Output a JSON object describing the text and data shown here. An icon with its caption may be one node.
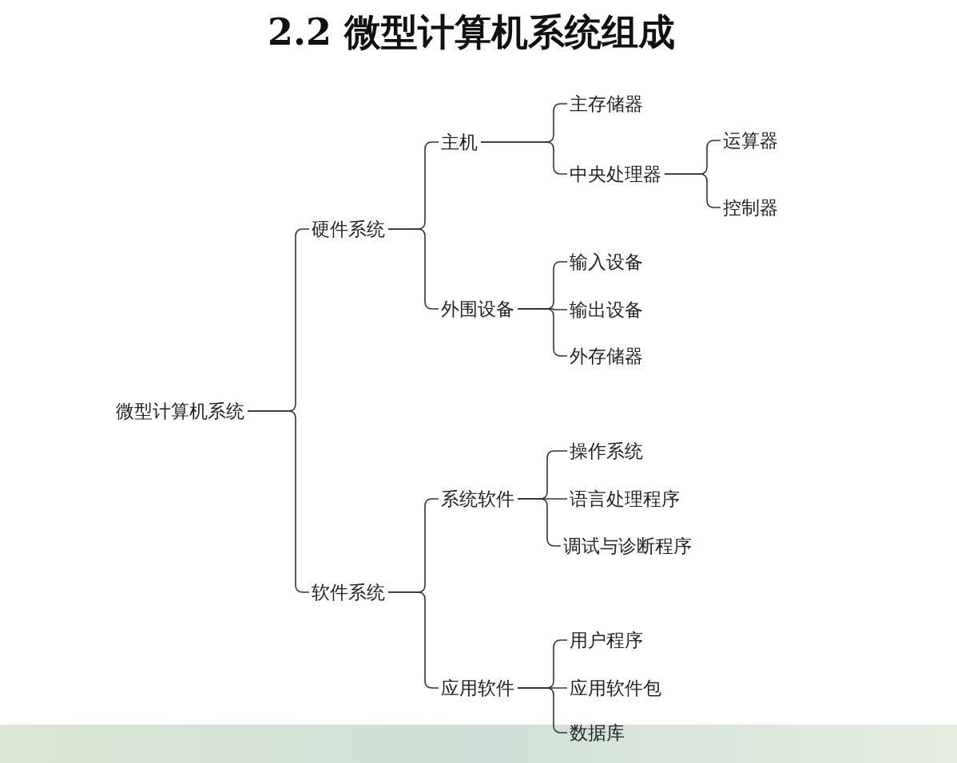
{
  "diagram": {
    "title": "2.2  微型计算机系统组成",
    "nodes": [
      {
        "text": [
          "微型计算机系统"
        ]
      },
      {
        "text": [
          "硬件系统"
        ]
      },
      {
        "text": [
          "主机"
        ]
      },
      {
        "text": [
          "主存储器"
        ]
      },
      {
        "text": [
          "中央处理器"
        ]
      },
      {
        "text": [
          "运算器"
        ]
      },
      {
        "text": [
          "控制器"
        ]
      },
      {
        "text": [
          "外围设备"
        ]
      },
      {
        "text": [
          "输入设备"
        ]
      },
      {
        "text": [
          "输出设备"
        ]
      },
      {
        "text": [
          "外存储器"
        ]
      },
      {
        "text": [
          "软件系统"
        ]
      },
      {
        "text": [
          "系统软件"
        ]
      },
      {
        "text": [
          "操作系统"
        ]
      },
      {
        "text": [
          "语言处理程序"
        ]
      },
      {
        "text": [
          "调试与诊断程序"
        ]
      },
      {
        "text": [
          "应用软件"
        ]
      },
      {
        "text": [
          "用户程序"
        ]
      },
      {
        "text": [
          "应用软件包"
        ]
      },
      {
        "text": [
          "数据库"
        ]
      }
    ],
    "edges": [
      {
        "from": 0,
        "to": 1,
        "arrow": "none"
      },
      {
        "from": 0,
        "to": 11,
        "arrow": "none"
      },
      {
        "from": 1,
        "to": 2,
        "arrow": "none"
      },
      {
        "from": 1,
        "to": 7,
        "arrow": "none"
      },
      {
        "from": 2,
        "to": 3,
        "arrow": "none"
      },
      {
        "from": 2,
        "to": 4,
        "arrow": "none"
      },
      {
        "from": 4,
        "to": 5,
        "arrow": "none"
      },
      {
        "from": 4,
        "to": 6,
        "arrow": "none"
      },
      {
        "from": 7,
        "to": 8,
        "arrow": "none"
      },
      {
        "from": 7,
        "to": 9,
        "arrow": "none"
      },
      {
        "from": 7,
        "to": 10,
        "arrow": "none"
      },
      {
        "from": 11,
        "to": 12,
        "arrow": "none"
      },
      {
        "from": 11,
        "to": 16,
        "arrow": "none"
      },
      {
        "from": 12,
        "to": 13,
        "arrow": "none"
      },
      {
        "from": 12,
        "to": 14,
        "arrow": "none"
      },
      {
        "from": 12,
        "to": 15,
        "arrow": "none"
      },
      {
        "from": 16,
        "to": 17,
        "arrow": "none"
      },
      {
        "from": 16,
        "to": 18,
        "arrow": "none"
      },
      {
        "from": 16,
        "to": 19,
        "arrow": "none"
      }
    ]
  }
}
